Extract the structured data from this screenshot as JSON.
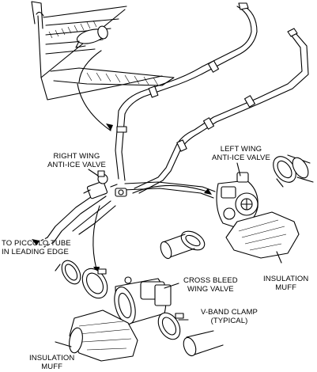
{
  "labels": {
    "right_wing_valve": [
      "RIGHT WING",
      "ANTI-ICE VALVE"
    ],
    "left_wing_valve": [
      "LEFT WING",
      "ANTI-ICE VALVE"
    ],
    "piccolo_tube": [
      "TO PICCOLO TUBE",
      "IN LEADING EDGE"
    ],
    "insulation_muff_right": [
      "INSULATION",
      "MUFF"
    ],
    "cross_bleed_valve": [
      "CROSS BLEED",
      "WING VALVE"
    ],
    "v_band_clamp": [
      "V-BAND CLAMP",
      "(TYPICAL)"
    ],
    "insulation_muff_left": [
      "INSULATION",
      "MUFF"
    ]
  },
  "colors": {
    "ink": "#000000",
    "paper": "#ffffff"
  }
}
